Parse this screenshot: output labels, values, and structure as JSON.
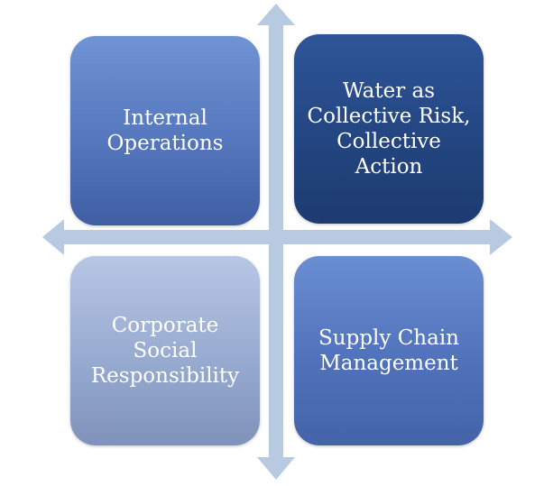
{
  "colors": {
    "axis_arrow": "#b8c9e2",
    "quadrant_top_left": "#5577bd",
    "quadrant_top_right": "#22447f",
    "quadrant_bottom_left": "#97aad0",
    "quadrant_bottom_right": "#5072bb",
    "label_text": "#ffffff"
  },
  "quadrants": {
    "top_left": {
      "label": "Internal Operations"
    },
    "top_right": {
      "label": "Water as Collective Risk, Collective Action"
    },
    "bottom_left": {
      "label": "Corporate Social Responsibility"
    },
    "bottom_right": {
      "label": "Supply Chain Management"
    }
  }
}
